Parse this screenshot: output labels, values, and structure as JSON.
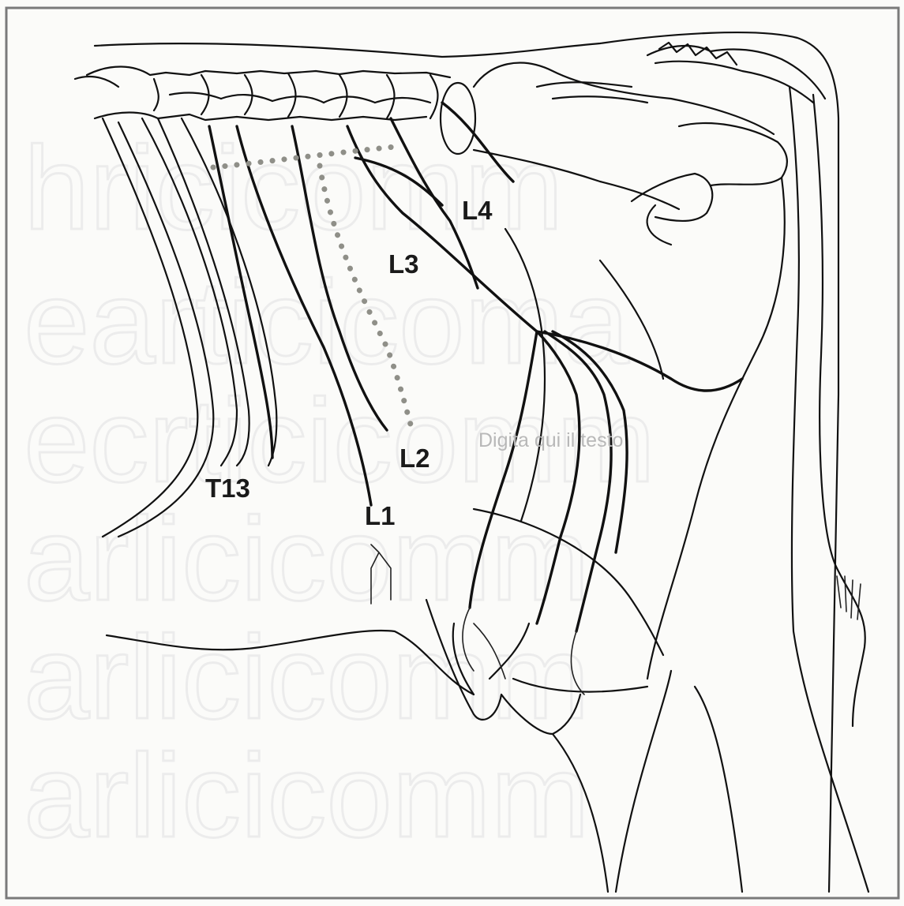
{
  "labels": {
    "t13": "T13",
    "l1": "L1",
    "l2": "L2",
    "l3": "L3",
    "l4": "L4"
  },
  "placeholder_text": "Digita qui il testo",
  "colors": {
    "ink": "#111111",
    "dotted_line": "#8f8f88",
    "placeholder": "#b8b8b8",
    "frame_border": "#7a7a7a"
  }
}
